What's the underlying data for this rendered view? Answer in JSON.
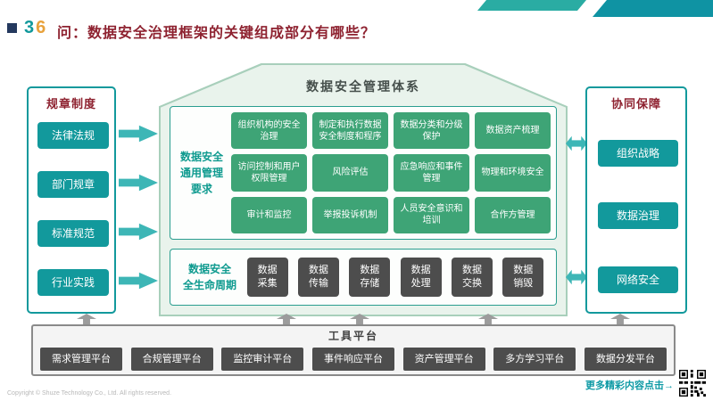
{
  "header": {
    "number_first": "3",
    "number_second": "6",
    "title": "问：数据安全治理框架的关键组成部分有哪些？"
  },
  "left_panel": {
    "title": "规章制度",
    "items": [
      "法律法规",
      "部门规章",
      "标准规范",
      "行业实践"
    ]
  },
  "center": {
    "title": "数据安全管理体系",
    "general": {
      "label": "数据安全\n通用管理\n要求",
      "rows": [
        [
          "组织机构的安全治理",
          "制定和执行数据安全制度和程序",
          "数据分类和分级保护",
          "数据资产梳理"
        ],
        [
          "访问控制和用户权限管理",
          "风险评估",
          "应急响应和事件管理",
          "物理和环境安全"
        ],
        [
          "审计和监控",
          "举报投诉机制",
          "人员安全意识和培训",
          "合作方管理"
        ]
      ]
    },
    "lifecycle": {
      "label": "数据安全\n全生命周期",
      "items": [
        "数据\n采集",
        "数据\n传输",
        "数据\n存储",
        "数据\n处理",
        "数据\n交换",
        "数据\n销毁"
      ]
    }
  },
  "right_panel": {
    "title": "协同保障",
    "items": [
      "组织战略",
      "数据治理",
      "网络安全"
    ]
  },
  "tools": {
    "title": "工具平台",
    "items": [
      "需求管理平台",
      "合规管理平台",
      "监控审计平台",
      "事件响应平台",
      "资产管理平台",
      "多方学习平台",
      "数据分发平台"
    ]
  },
  "footer": {
    "copyright": "Copyright © Shuze Technology Co., Ltd. All rights reserved.",
    "more_link": "更多精彩内容点击→"
  },
  "colors": {
    "teal": "#12999c",
    "green": "#3ea476",
    "dark_gray": "#4d4d4d",
    "maroon": "#8e2230",
    "accent_orange": "#e8a23c"
  }
}
